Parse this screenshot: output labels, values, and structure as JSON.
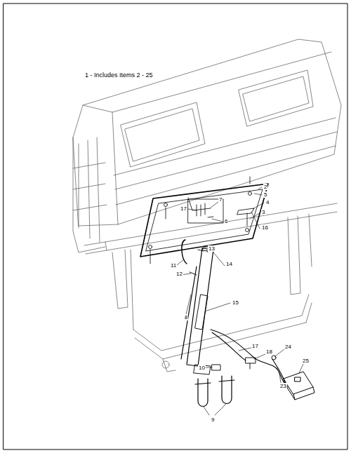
{
  "diagram": {
    "labels": [
      "1 - Includes Items 2 - 25",
      "2",
      "5",
      "4",
      "3",
      "7",
      "17",
      "6",
      "16",
      "11",
      "13",
      "14",
      "12",
      "15",
      "8",
      "17",
      "18",
      "24",
      "10",
      "25",
      "23",
      "9"
    ]
  }
}
